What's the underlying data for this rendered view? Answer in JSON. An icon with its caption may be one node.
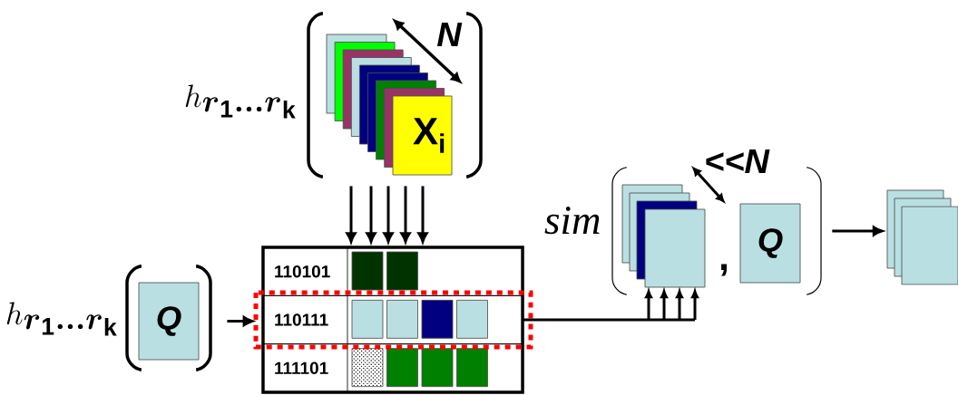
{
  "diagram": {
    "nodes": [
      {
        "text": [
          "X$_{i}$"
        ]
      },
      {
        "text": [],
        "shape": "box"
      },
      {
        "text": [
          "110101"
        ],
        "in": 1
      },
      {
        "text": [
          "110111"
        ],
        "in": 1
      },
      {
        "text": [
          "111101"
        ],
        "in": 1
      },
      {
        "text": [
          "Q"
        ]
      },
      {
        "text": [
          "sim"
        ]
      },
      {
        "text": [],
        "shape": "box",
        "in": 6
      },
      {
        "text": [
          "Q"
        ],
        "in": 6
      },
      {
        "text": [],
        "shape": "box"
      }
    ],
    "edges": [
      {
        "from": 0,
        "to": 1,
        "arrow": "to"
      },
      {
        "from": 5,
        "to": 3,
        "arrow": "to"
      },
      {
        "from": 3,
        "to": 7,
        "arrow": "to"
      },
      {
        "from": 6,
        "to": 9,
        "arrow": "to"
      }
    ],
    "labels": [
      "N",
      "h_{\\boldsymbol{r}_{\\mathbf{1}}\\boldsymbol{\\ldots}\\boldsymbol{r}_{\\mathbf{k}}}",
      "<<N",
      ",",
      "h_{\\boldsymbol{r}_{\\mathbf{1}}\\boldsymbol{\\ldots}\\boldsymbol{r}_{\\mathbf{k}}}"
    ]
  }
}
